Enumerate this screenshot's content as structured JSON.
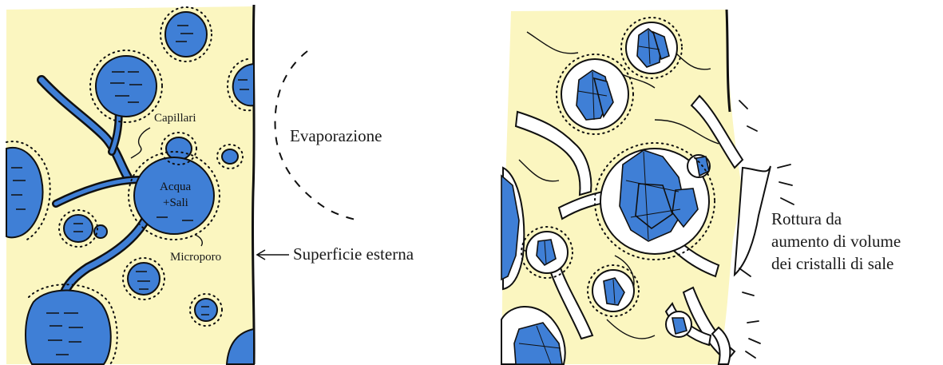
{
  "labels": {
    "capillari": "Capillari",
    "acqua_sali_line1": "Acqua",
    "acqua_sali_line2": "+Sali",
    "microporo": "Microporo",
    "evaporazione": "Evaporazione",
    "superficie_esterna": "Superficie esterna",
    "rottura_line1": "Rottura da",
    "rottura_line2": "aumento di volume",
    "rottura_line3": "dei cristalli di sale"
  },
  "colors": {
    "stone": "#fbf6c0",
    "water": "#3f7fd6",
    "outline": "#101010",
    "background": "#ffffff"
  }
}
